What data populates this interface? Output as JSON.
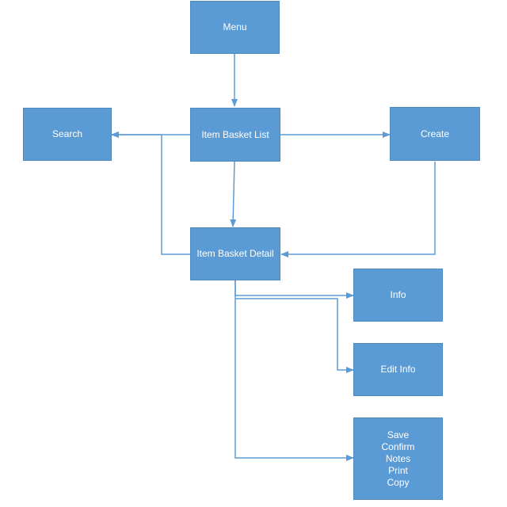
{
  "colors": {
    "node_fill": "#5b9bd5",
    "node_border": "#4f89c0",
    "connector": "#5b9bd5",
    "text": "#ffffff"
  },
  "nodes": {
    "menu": {
      "label": "Menu"
    },
    "item_basket_list": {
      "label": "Item Basket List"
    },
    "search": {
      "label": "Search"
    },
    "create": {
      "label": "Create"
    },
    "item_basket_detail": {
      "label": "Item Basket Detail"
    },
    "info": {
      "label": "Info"
    },
    "edit_info": {
      "label": "Edit Info"
    },
    "actions": {
      "lines": [
        "Save",
        "Confirm",
        "Notes",
        "Print",
        "Copy"
      ]
    }
  },
  "edges": [
    {
      "from": "menu",
      "to": "item_basket_list"
    },
    {
      "from": "item_basket_list",
      "to": "search"
    },
    {
      "from": "item_basket_list",
      "to": "create"
    },
    {
      "from": "item_basket_list",
      "to": "item_basket_detail"
    },
    {
      "from": "create",
      "to": "item_basket_detail"
    },
    {
      "from": "item_basket_detail",
      "to": "search"
    },
    {
      "from": "item_basket_detail",
      "to": "info"
    },
    {
      "from": "item_basket_detail",
      "to": "edit_info"
    },
    {
      "from": "item_basket_detail",
      "to": "actions"
    }
  ]
}
